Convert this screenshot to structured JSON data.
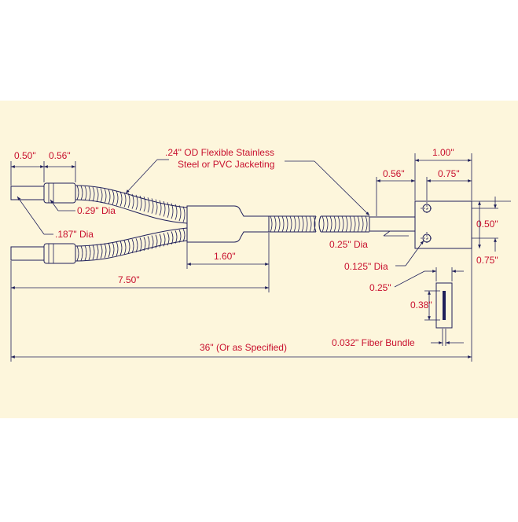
{
  "colors": {
    "panel_bg": "#fdf6dc",
    "ink": "#1f1f5a",
    "dim_text": "#c8102e",
    "page_bg": "#ffffff"
  },
  "labels": {
    "d050_left": "0.50\"",
    "d056_left": "0.56\"",
    "jacket_line1": ".24\" OD Flexible Stainless",
    "jacket_line2": "Steel or PVC Jacketing",
    "d029_dia": "0.29\" Dia",
    "d187_dia": ".187\" Dia",
    "d160": "1.60\"",
    "d750": "7.50\"",
    "d36": "36\" (Or as Specified)",
    "d100": "1.00\"",
    "d056_right": "0.56\"",
    "d075_top": "0.75\"",
    "d025_dia": "0.25\" Dia",
    "d050_right": "0.50\"",
    "d075_right": "0.75\"",
    "d0125_dia": "0.125\" Dia",
    "d025": "0.25\"",
    "d038": "0.38\"",
    "fiber_bundle": "0.032\" Fiber Bundle"
  }
}
